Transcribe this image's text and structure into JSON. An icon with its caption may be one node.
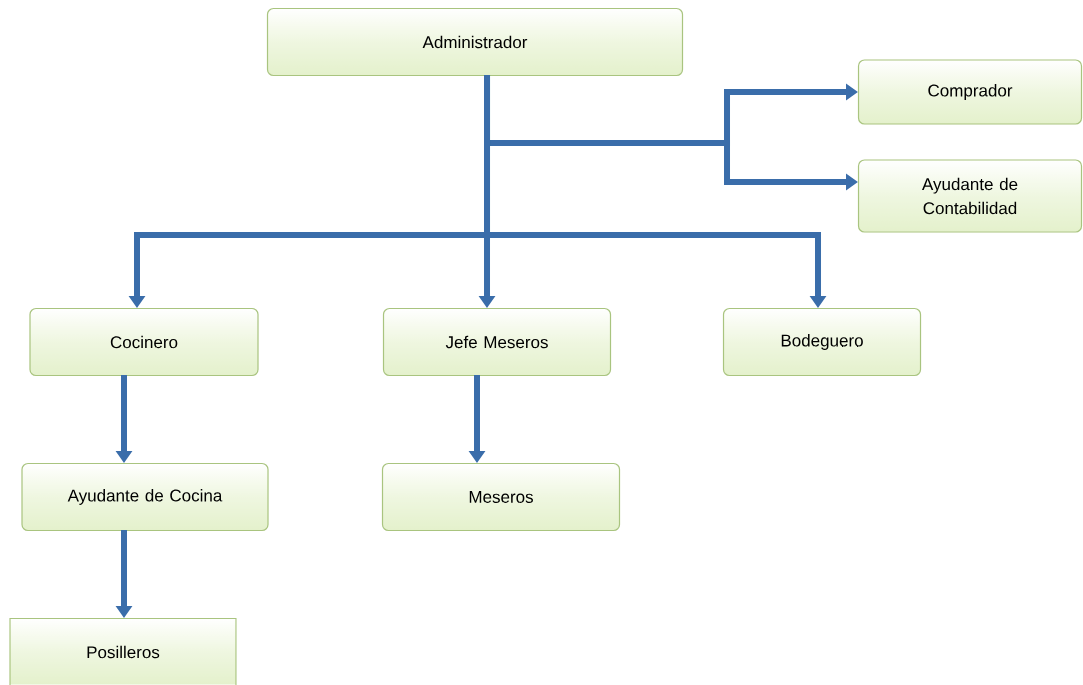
{
  "diagram": {
    "nodes": [
      {
        "text": [
          "Administrador"
        ]
      },
      {
        "text": [
          "Comprador"
        ]
      },
      {
        "text": [
          "Ayudante de Contabilidad"
        ]
      },
      {
        "text": [
          "Cocinero"
        ]
      },
      {
        "text": [
          "Jefe Meseros"
        ]
      },
      {
        "text": [
          "Bodeguero"
        ]
      },
      {
        "text": [
          "Ayudante de Cocina"
        ]
      },
      {
        "text": [
          "Meseros"
        ]
      },
      {
        "text": [
          "Posilleros"
        ]
      }
    ],
    "edges": [
      {
        "from": 0,
        "to": 1,
        "arrow": "to"
      },
      {
        "from": 0,
        "to": 2,
        "arrow": "to"
      },
      {
        "from": 0,
        "to": 3,
        "arrow": "to"
      },
      {
        "from": 0,
        "to": 4,
        "arrow": "to"
      },
      {
        "from": 0,
        "to": 5,
        "arrow": "to"
      },
      {
        "from": 3,
        "to": 6,
        "arrow": "to"
      },
      {
        "from": 4,
        "to": 7,
        "arrow": "to"
      },
      {
        "from": 6,
        "to": 8,
        "arrow": "to"
      }
    ]
  }
}
